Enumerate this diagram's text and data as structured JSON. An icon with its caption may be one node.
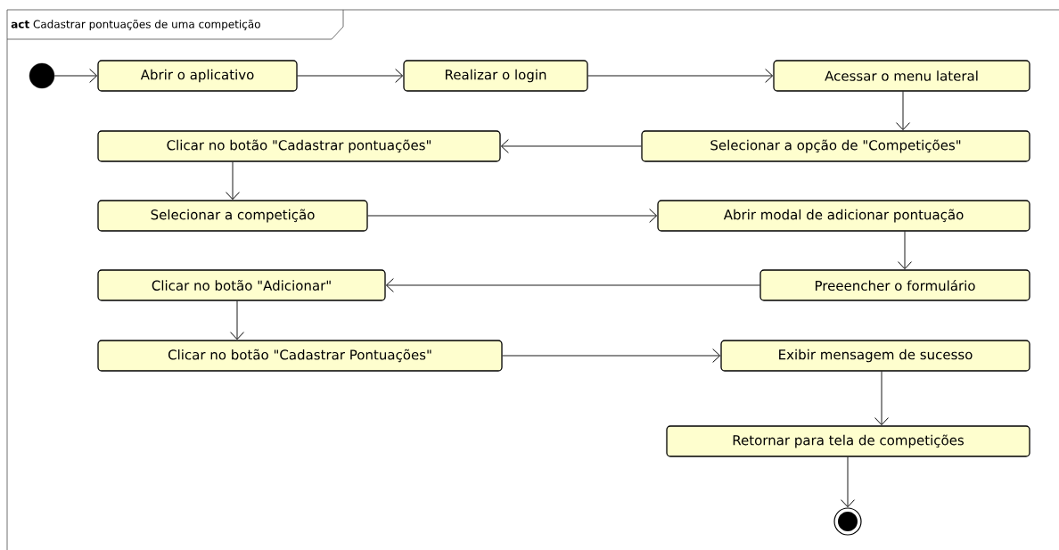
{
  "diagram": {
    "title": "**act** Cadastrar pontuações de uma competição",
    "nodes": [
      {
        "text": [],
        "shape": "circle"
      },
      {
        "text": [
          "Abrir o aplicativo"
        ]
      },
      {
        "text": [
          "Realizar o login"
        ]
      },
      {
        "text": [
          "Acessar o menu lateral"
        ]
      },
      {
        "text": [
          "Selecionar a opção de \"Competições\""
        ]
      },
      {
        "text": [
          "Clicar no botão \"Cadastrar pontuações\""
        ]
      },
      {
        "text": [
          "Selecionar a competição"
        ]
      },
      {
        "text": [
          "Abrir modal de adicionar pontuação"
        ]
      },
      {
        "text": [
          "Preeencher o formulário"
        ]
      },
      {
        "text": [
          "Clicar no botão \"Adicionar\""
        ]
      },
      {
        "text": [
          "Clicar no botão \"Cadastrar Pontuações\""
        ]
      },
      {
        "text": [
          "Exibir mensagem de sucesso"
        ]
      },
      {
        "text": [
          "Retornar para tela de competições"
        ]
      },
      {
        "text": [],
        "shape": "bullseye"
      }
    ],
    "edges": [
      {
        "from": 0,
        "to": 1,
        "arrow": "to"
      },
      {
        "from": 1,
        "to": 2,
        "arrow": "to"
      },
      {
        "from": 2,
        "to": 3,
        "arrow": "to"
      },
      {
        "from": 3,
        "to": 4,
        "arrow": "to"
      },
      {
        "from": 4,
        "to": 5,
        "arrow": "to"
      },
      {
        "from": 5,
        "to": 6,
        "arrow": "to"
      },
      {
        "from": 6,
        "to": 7,
        "arrow": "to"
      },
      {
        "from": 7,
        "to": 8,
        "arrow": "to"
      },
      {
        "from": 8,
        "to": 9,
        "arrow": "to"
      },
      {
        "from": 9,
        "to": 10,
        "arrow": "to"
      },
      {
        "from": 10,
        "to": 11,
        "arrow": "to"
      },
      {
        "from": 11,
        "to": 12,
        "arrow": "to"
      },
      {
        "from": 12,
        "to": 13,
        "arrow": "to"
      }
    ]
  }
}
